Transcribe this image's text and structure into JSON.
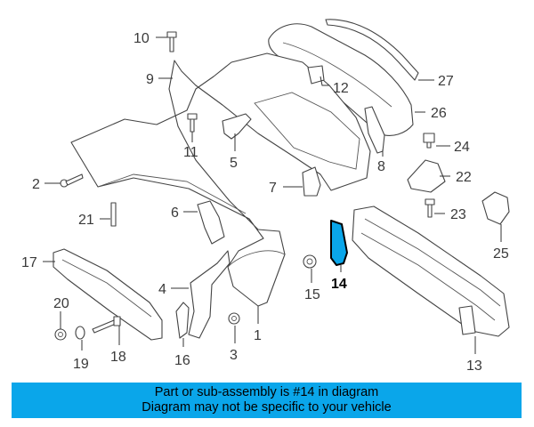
{
  "diagram": {
    "highlight_color": "#0aa6ea",
    "callouts": [
      "1",
      "2",
      "3",
      "4",
      "5",
      "6",
      "7",
      "8",
      "9",
      "10",
      "11",
      "12",
      "13",
      "14",
      "15",
      "16",
      "17",
      "18",
      "19",
      "20",
      "21",
      "22",
      "23",
      "24",
      "25",
      "26",
      "27"
    ],
    "highlighted_part": "14"
  },
  "banner": {
    "line1": "Part or sub-assembly is #14 in diagram",
    "line2": "Diagram may not be specific to your vehicle",
    "background": "#0aa6ea"
  }
}
